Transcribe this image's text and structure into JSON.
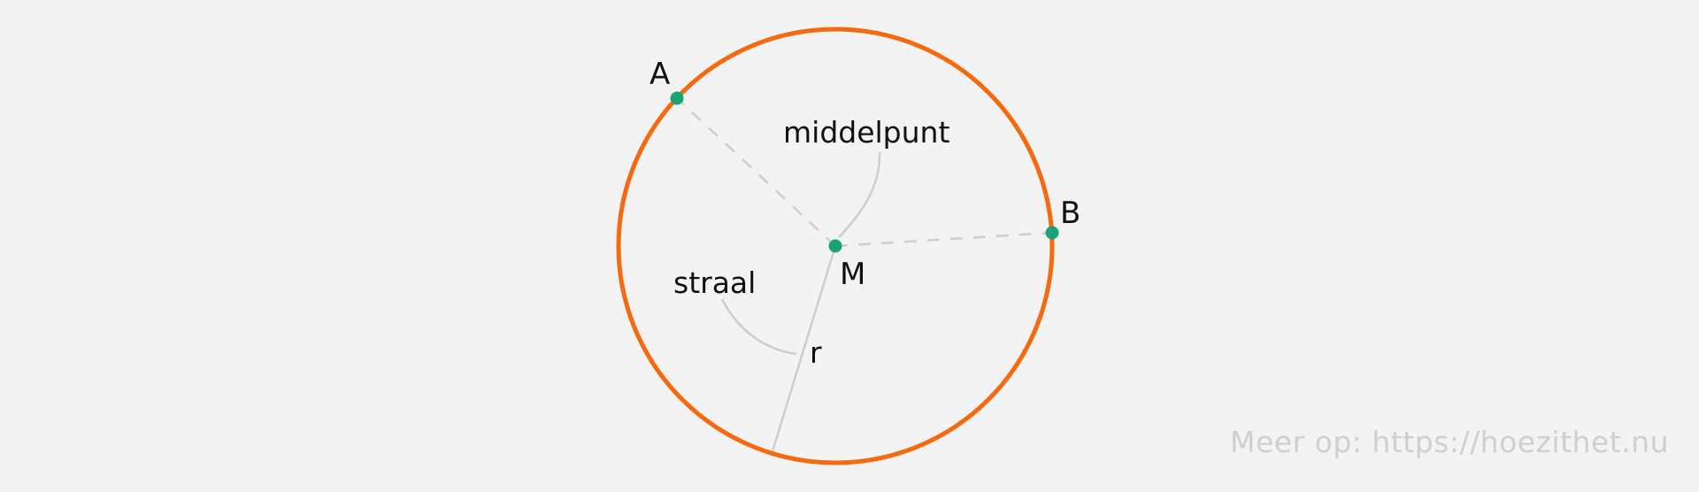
{
  "diagram": {
    "points": {
      "A": "A",
      "B": "B",
      "M": "M"
    },
    "labels": {
      "center": "middelpunt",
      "radius_word": "straal",
      "radius_symbol": "r"
    },
    "colors": {
      "background": "#f3f3f3",
      "circle": "#f5690f",
      "point": "#1aa37a",
      "guide_line": "#cdcdcd",
      "text": "#111111",
      "watermark": "#cfcfcf"
    }
  },
  "footer": {
    "watermark": "Meer op: https://hoezithet.nu"
  }
}
